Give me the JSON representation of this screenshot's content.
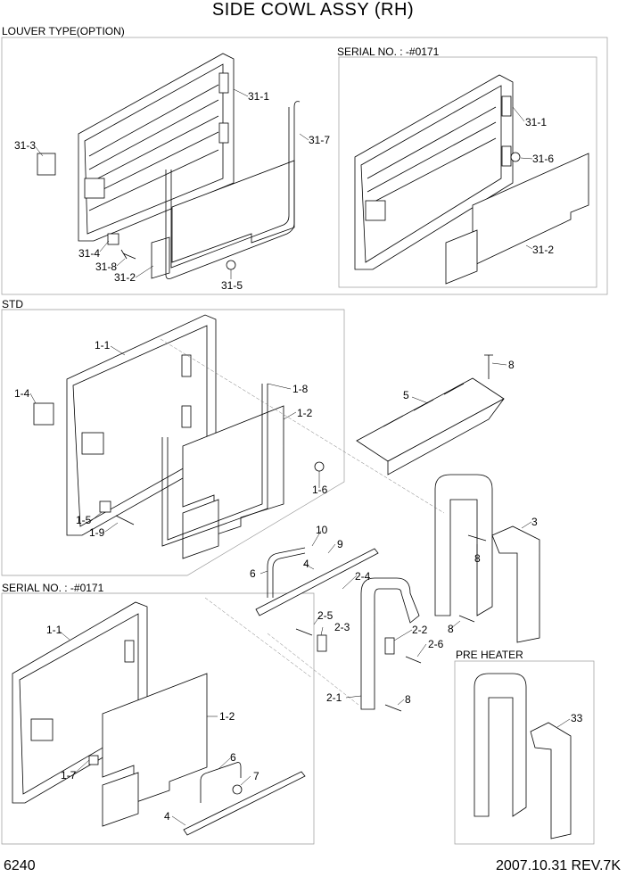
{
  "title": "SIDE COWL ASSY (RH)",
  "sections": {
    "louver": "LOUVER TYPE(OPTION)",
    "serial_top": "SERIAL NO. : -#0171",
    "std": "STD",
    "serial_bottom": "SERIAL NO. : -#0171",
    "pre_heater": "PRE HEATER"
  },
  "callouts": {
    "l_31_1": "31-1",
    "l_31_7": "31-7",
    "l_31_3": "31-3",
    "l_31_4": "31-4",
    "l_31_8": "31-8",
    "l_31_2": "31-2",
    "l_31_5": "31-5",
    "s_31_1": "31-1",
    "s_31_6": "31-6",
    "s_31_2": "31-2",
    "d_1_1": "1-1",
    "d_1_4": "1-4",
    "d_1_8": "1-8",
    "d_1_2": "1-2",
    "d_1_6": "1-6",
    "d_1_5": "1-5",
    "d_1_9": "1-9",
    "d_8a": "8",
    "d_5": "5",
    "d_3": "3",
    "d_8b": "8",
    "d_8c": "8",
    "d_10": "10",
    "d_9": "9",
    "d_6": "6",
    "d_4": "4",
    "d_2_4": "2-4",
    "d_2_5": "2-5",
    "d_2_3": "2-3",
    "d_2_2": "2-2",
    "d_2_6": "2-6",
    "d_2_1": "2-1",
    "d_8d": "8",
    "b_1_1": "1-1",
    "b_1_2": "1-2",
    "b_6": "6",
    "b_7": "7",
    "b_1_7": "1-7",
    "b_4": "4",
    "p_33": "33"
  },
  "footer": {
    "page": "6240",
    "date_rev": "2007.10.31  REV.7K"
  }
}
